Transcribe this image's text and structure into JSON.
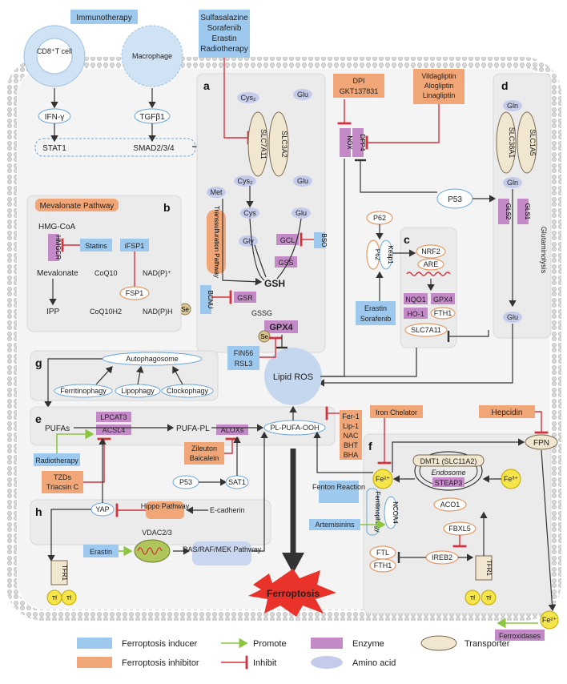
{
  "panels": {
    "a": "a",
    "b": "b",
    "c": "c",
    "d": "d",
    "e": "e",
    "f": "f",
    "g": "g",
    "h": "h"
  },
  "cells": {
    "cd8": "CD8⁺T cell",
    "macrophage": "Macrophage",
    "immunotherapy": "Immunotherapy"
  },
  "signals": {
    "ifng": "IFN-γ",
    "tgfb1": "TGFβ1",
    "stat1": "STAT1",
    "smad": "SMAD2/3/4"
  },
  "panel_a": {
    "inducers": [
      "Sulfasalazine",
      "Sorafenib",
      "Erastin",
      "Radiotherapy"
    ],
    "slc7a11": "SLC7A11",
    "slc3a2": "SLC3A2",
    "cys2": "Cys₂",
    "glu": "Glu",
    "cys": "Cys",
    "met": "Met",
    "gly": "Gly",
    "transsulfuration": "Transsulfuration Pathway",
    "gcl": "GCL",
    "bso": "BSO",
    "gss": "GSS",
    "gsh": "GSH",
    "bcnu": "BCNU",
    "gsr": "GSR",
    "gssg": "GSSG",
    "gpx4": "GPX4",
    "se": "Se"
  },
  "panel_b": {
    "title": "Mevalonate Pathway",
    "hmgcoa": "HMG-CoA",
    "hmgcr": "HMGCR",
    "statins": "Statins",
    "mevalonate": "Mevalonate",
    "ifsp1": "iFSP1",
    "coq10": "CoQ10",
    "nadp": "NAD(P)⁺",
    "fsp1": "FSP1",
    "ipp": "IPP",
    "coq10h2": "CoQ10H2",
    "nadph": "NAD(P)H"
  },
  "nox": {
    "inhibitors": [
      "DPI",
      "GKT137831"
    ],
    "nox": "NOX",
    "dpp4": "DPP4",
    "gliptins": [
      "Vildagliptin",
      "Alogliptin",
      "Linagliptin"
    ]
  },
  "panel_c": {
    "p62": "P62",
    "keap1": "Keap1",
    "nrf2": "NRF2",
    "are": "ARE",
    "nqo1": "NQO1",
    "gpx4": "GPX4",
    "ho1": "HO-1",
    "fth1": "FTH1",
    "slc7a11": "SLC7A11",
    "inducers": [
      "Erastin",
      "Sorafenib"
    ]
  },
  "panel_d": {
    "gln": "Gln",
    "slc38a1": "SLC38A1",
    "slc1a5": "SLC1A5",
    "gls2": "GLS2",
    "gls1": "GLS1",
    "glutaminolysis": "Glutaminolysis",
    "glu": "Glu",
    "p53": "P53"
  },
  "panel_g": {
    "autophagosome": "Autophagosome",
    "ferritinophagy": "Ferritinophagy",
    "lipophagy": "Lipophagy",
    "clockophagy": "Clockophagy"
  },
  "lipid": {
    "lipid_ros": "Lipid ROS",
    "fin56": "FIN56",
    "rsl3": "RSL3"
  },
  "panel_e": {
    "pufas": "PUFAs",
    "lpcat3": "LPCAT3",
    "acsl4": "ACSL4",
    "pufa_pl": "PUFA-PL",
    "alox": "ALOXs",
    "pl_pufa_ooh": "PL-PUFA-OOH",
    "inhibitors": [
      "Fer-1",
      "Lip-1",
      "NAC",
      "BHT",
      "BHA"
    ],
    "radiotherapy": "Radiotherapy",
    "tzds": [
      "TZDs",
      "Triacsin C"
    ],
    "zileuton": [
      "Zileuton",
      "Baicalein"
    ],
    "p53": "P53",
    "sat1": "SAT1"
  },
  "panel_h": {
    "yap": "YAP",
    "hippo": "Hippo Pathway",
    "ecad": "E-cadherin",
    "tfr1": "TFR1",
    "erastin": "Erastin",
    "vdac": "VDAC2/3",
    "ras": "RAS/RAF/MEK Pathway"
  },
  "panel_f": {
    "iron_chelator": "Iron Chelator",
    "hepcidin": "Hepcidin",
    "fpn": "FPN",
    "fenton": "Fenton Reaction",
    "fe2": "Fe²⁺",
    "fe3": "Fe³⁺",
    "dmt1": "DMT1 (SLC11A2)",
    "endosome": "Endosome",
    "steap3": "STEAP3",
    "ncoa4": "NCOA4",
    "ferritinophagy": "Ferritinophagy",
    "aco1": "ACO1",
    "fbxl5": "FBXL5",
    "ftl": "FTL",
    "fth1": "FTH1",
    "ireb2": "IREB2",
    "artemisinins": "Artemisinins",
    "tfr1": "TFR1",
    "tf": "Tf",
    "ferroxidases": "Ferroxidases"
  },
  "ferroptosis": "Ferroptosis",
  "legend": {
    "inducer": "Ferroptosis inducer",
    "inhibitor": "Ferroptosis inhibitor",
    "promote": "Promote",
    "inhibit": "Inhibit",
    "enzyme": "Enzyme",
    "amino": "Amino acid",
    "transporter": "Transporter"
  },
  "colors": {
    "inducer": "#9ec9ee",
    "inhibitor": "#f0a676",
    "enzyme": "#c489c7",
    "amino": "#c5cbea",
    "transporter": "#f1e6cf",
    "promote": "#8cc63f",
    "inhibit": "#d3323c"
  }
}
